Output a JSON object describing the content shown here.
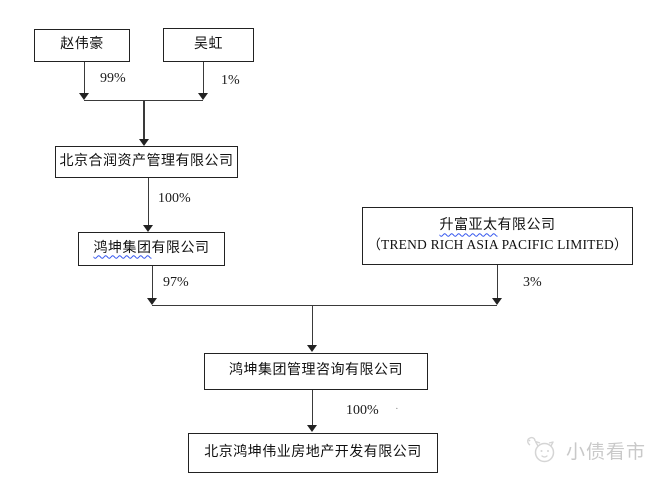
{
  "diagram": {
    "nodes": {
      "zhao": {
        "label": "赵伟豪"
      },
      "wu": {
        "label": "吴虹"
      },
      "herun": {
        "label": "北京合润资产管理有限公司"
      },
      "hongkun_group": {
        "label_underlined": "鸿坤集团",
        "label_rest": "有限公司"
      },
      "trend_rich": {
        "label_underlined": "升富亚太",
        "label_rest": "有限公司",
        "label_en": "（TREND RICH ASIA PACIFIC LIMITED）"
      },
      "consulting": {
        "label": "鸿坤集团管理咨询有限公司"
      },
      "weiye": {
        "label": "北京鸿坤伟业房地产开发有限公司"
      }
    },
    "edge_labels": {
      "zhao_to_herun": "99%",
      "wu_to_herun": "1%",
      "herun_to_group": "100%",
      "group_to_consulting": "97%",
      "trend_to_consulting": "3%",
      "consulting_to_weiye": "100%"
    },
    "stray_mark": "·",
    "colors": {
      "line": "#3a3a3a",
      "box_border": "#222222",
      "wavy_underline": "#3355ee",
      "watermark": "#c9c9c9"
    }
  },
  "watermark": {
    "text": "小债看市",
    "icon": "panda-face-logo-icon"
  }
}
